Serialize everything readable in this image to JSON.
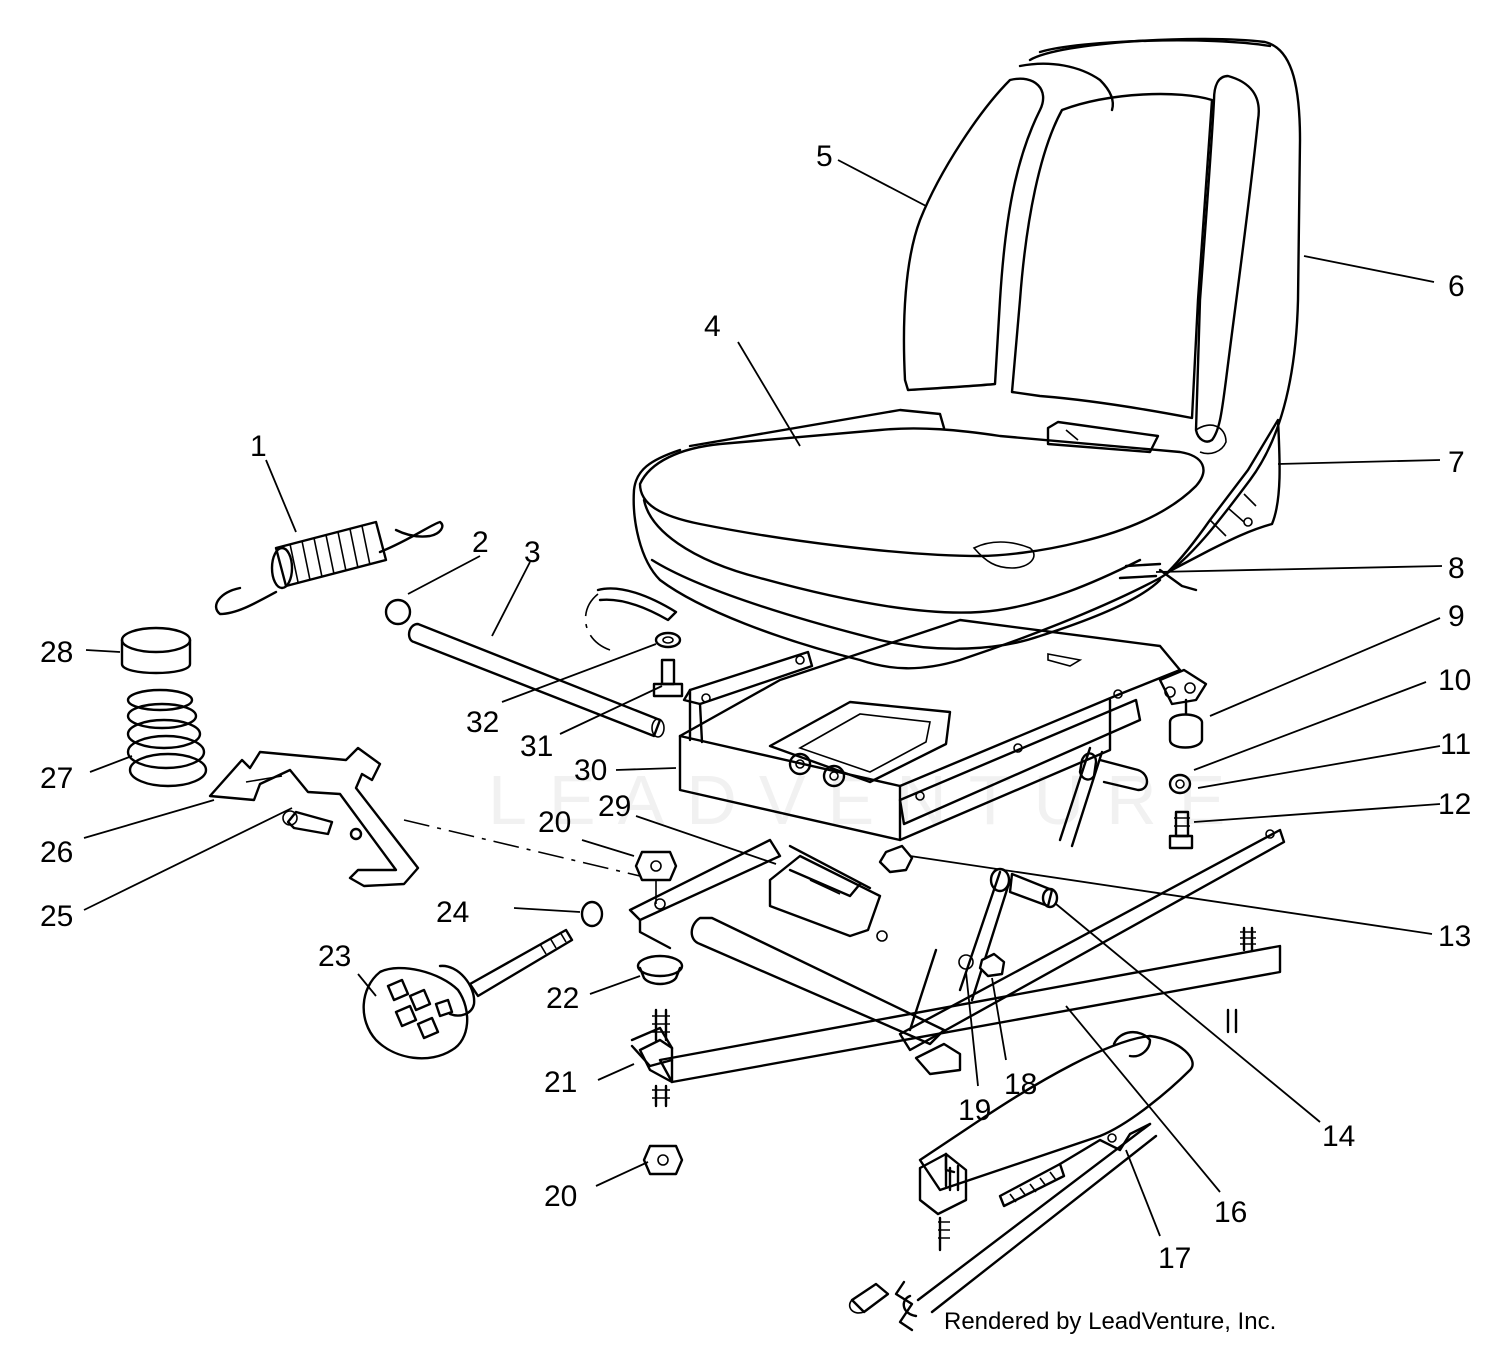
{
  "watermark": "LEADVENTURE",
  "credit": "Rendered by LeadVenture, Inc.",
  "callouts": [
    {
      "id": "c1",
      "label": "1"
    },
    {
      "id": "c2",
      "label": "2"
    },
    {
      "id": "c3",
      "label": "3"
    },
    {
      "id": "c4",
      "label": "4"
    },
    {
      "id": "c5",
      "label": "5"
    },
    {
      "id": "c6",
      "label": "6"
    },
    {
      "id": "c7",
      "label": "7"
    },
    {
      "id": "c8",
      "label": "8"
    },
    {
      "id": "c9",
      "label": "9"
    },
    {
      "id": "c10",
      "label": "10"
    },
    {
      "id": "c11",
      "label": "11"
    },
    {
      "id": "c12",
      "label": "12"
    },
    {
      "id": "c13",
      "label": "13"
    },
    {
      "id": "c14",
      "label": "14"
    },
    {
      "id": "c16",
      "label": "16"
    },
    {
      "id": "c17",
      "label": "17"
    },
    {
      "id": "c18",
      "label": "18"
    },
    {
      "id": "c19",
      "label": "19"
    },
    {
      "id": "c20a",
      "label": "20"
    },
    {
      "id": "c20b",
      "label": "20"
    },
    {
      "id": "c21",
      "label": "21"
    },
    {
      "id": "c22",
      "label": "22"
    },
    {
      "id": "c23",
      "label": "23"
    },
    {
      "id": "c24",
      "label": "24"
    },
    {
      "id": "c25",
      "label": "25"
    },
    {
      "id": "c26",
      "label": "26"
    },
    {
      "id": "c27",
      "label": "27"
    },
    {
      "id": "c28",
      "label": "28"
    },
    {
      "id": "c29",
      "label": "29"
    },
    {
      "id": "c30",
      "label": "30"
    },
    {
      "id": "c31",
      "label": "31"
    },
    {
      "id": "c32",
      "label": "32"
    }
  ]
}
